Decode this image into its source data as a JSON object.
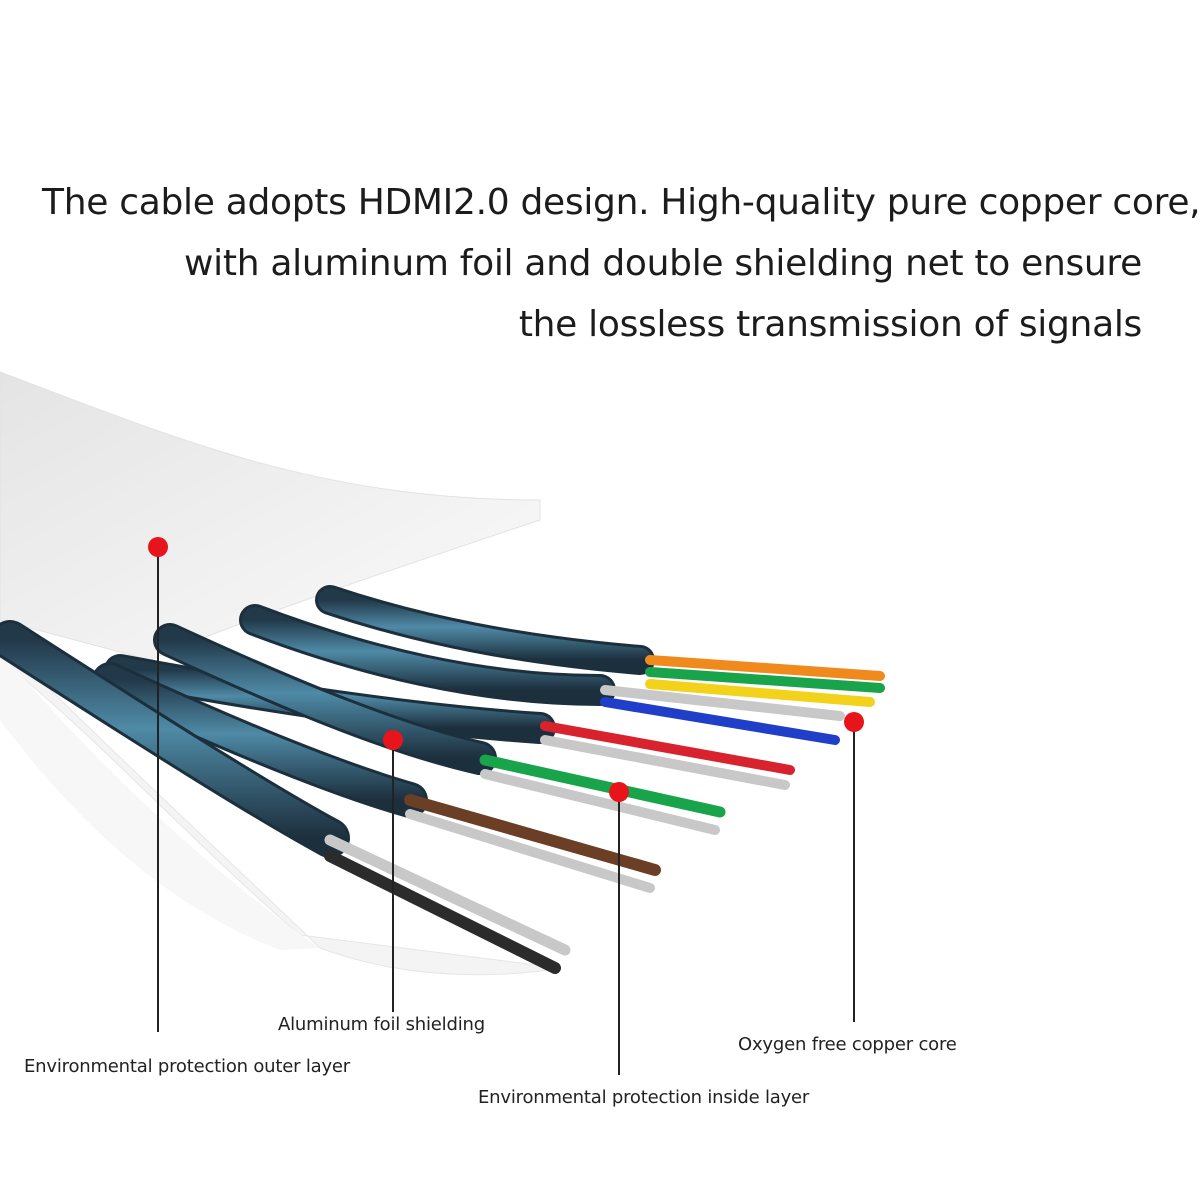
{
  "headline": {
    "line1": "The cable adopts HDMI2.0 design. High-quality pure copper core,",
    "line2": "with aluminum foil and double shielding net to ensure",
    "line3": "the lossless transmission of signals"
  },
  "callouts": {
    "aluminum_foil": "Aluminum foil shielding",
    "outer_layer": "Environmental protection outer layer",
    "copper_core": "Oxygen free copper core",
    "inside_layer": "Environmental protection inside layer"
  },
  "colors": {
    "marker": "#e8141c",
    "sheath": "#3d6f88",
    "jacket": "#f2f2f2",
    "wire_orange": "#f08a1c",
    "wire_green": "#19a34a",
    "wire_yellow": "#f2d21a",
    "wire_blue": "#1f3fc8",
    "wire_red": "#d8232f",
    "wire_brown": "#6b3f26",
    "wire_black": "#2b2b2b",
    "wire_silver": "#c8c8c8"
  }
}
